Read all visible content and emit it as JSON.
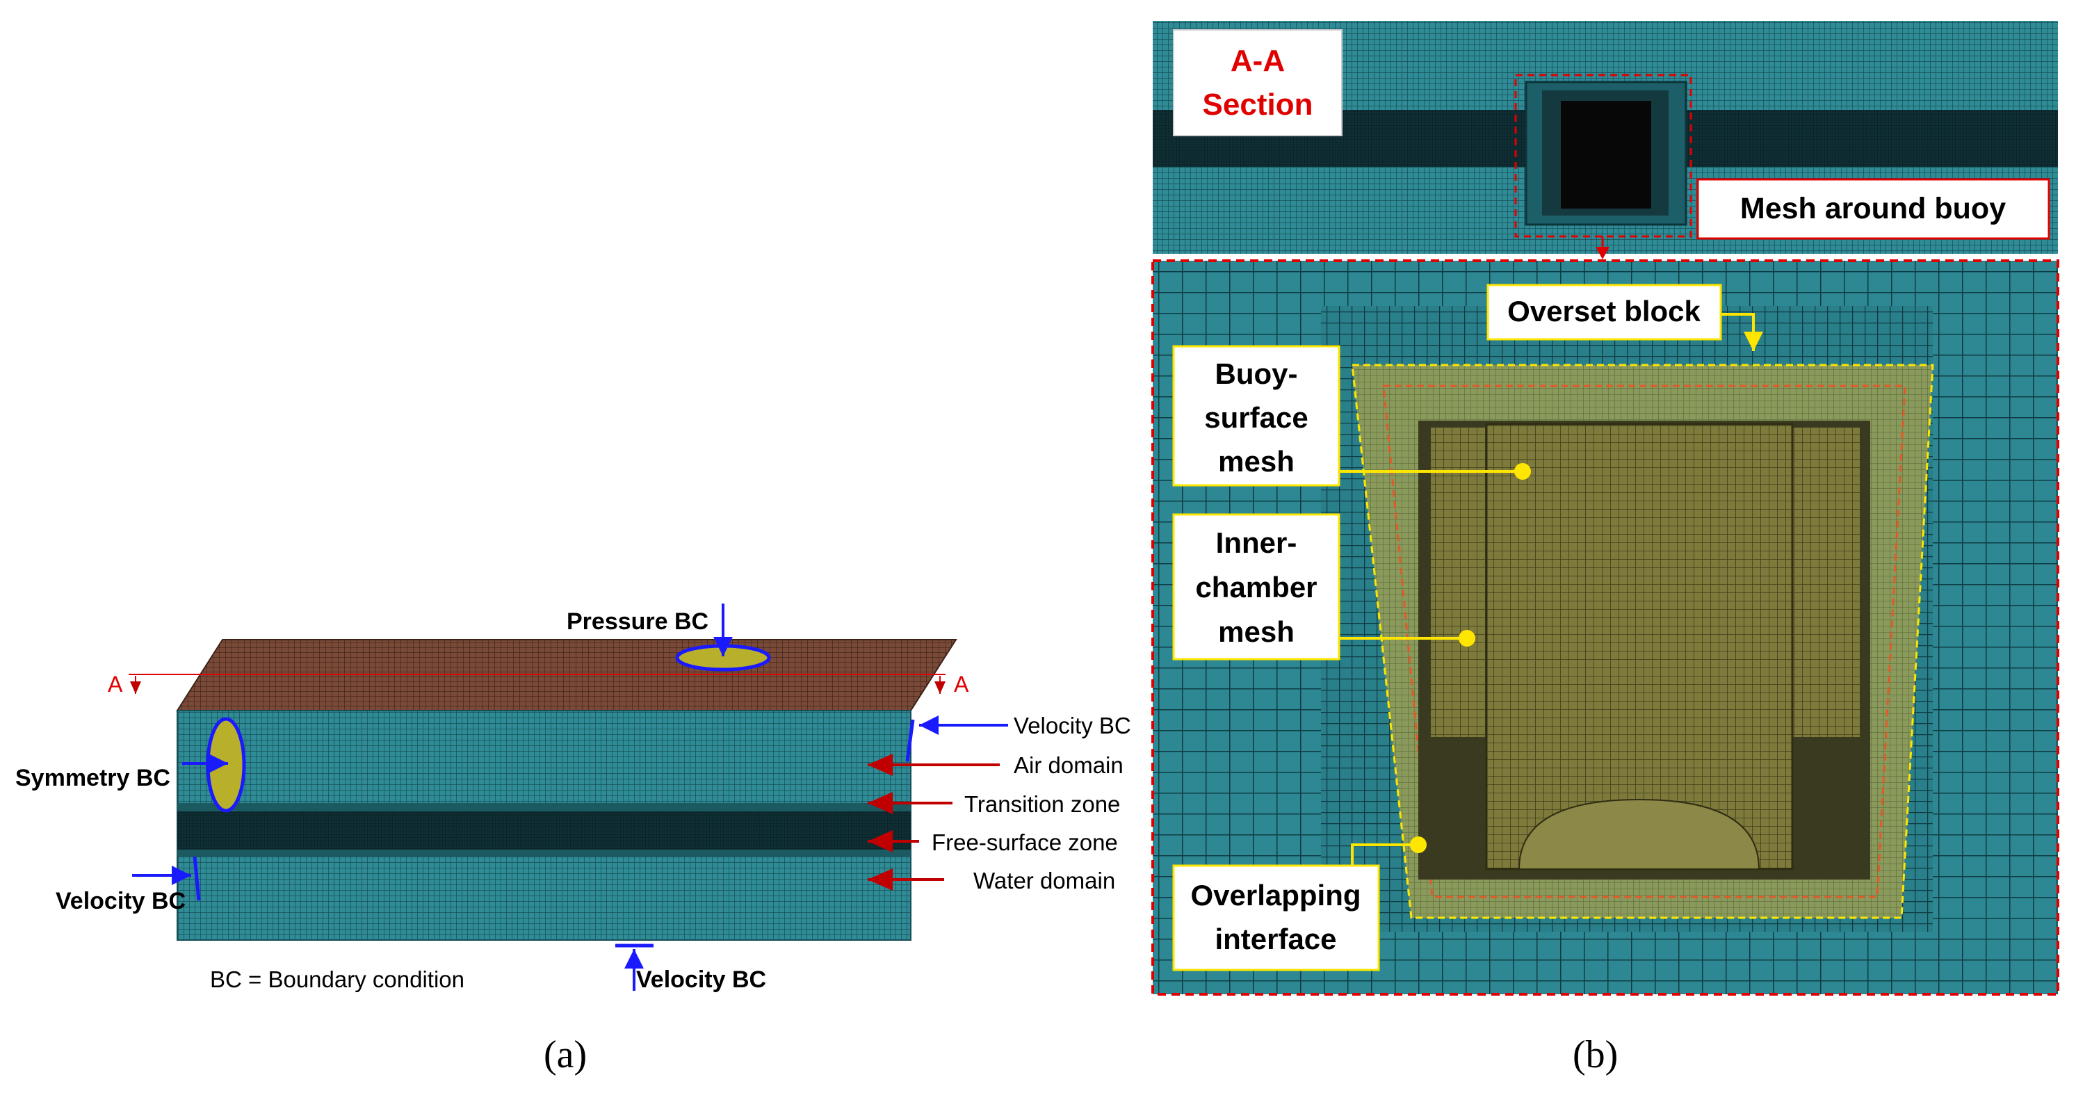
{
  "panel_a": {
    "caption": "(a)",
    "section_marker": "A",
    "labels": {
      "pressure_bc": "Pressure BC",
      "velocity_bc_right": "Velocity BC",
      "air_domain": "Air domain",
      "transition_zone": "Transition zone",
      "free_surface_zone": "Free-surface zone",
      "water_domain": "Water domain",
      "symmetry_bc": "Symmetry BC",
      "velocity_bc_left": "Velocity BC",
      "velocity_bc_bottom": "Velocity BC",
      "bc_note": "BC = Boundary condition"
    }
  },
  "panel_b": {
    "caption": "(b)",
    "section_title_line1": "A-A",
    "section_title_line2": "Section",
    "mesh_around_buoy": "Mesh around buoy",
    "overset_block": "Overset block",
    "buoy_surface_mesh": [
      "Buoy-",
      "surface",
      "mesh"
    ],
    "inner_chamber_mesh": [
      "Inner-",
      "chamber",
      "mesh"
    ],
    "overlapping_interface": [
      "Overlapping",
      "interface"
    ]
  },
  "colors": {
    "mesh_teal": "#2f8b95",
    "mesh_line": "#0f3f47",
    "top_face": "#7a4a38",
    "dark_band": "#0d2a30",
    "buoy_olive": "#7d7a3c",
    "overset_green": "#8c9a5a",
    "blue_marker": "#1a1aff",
    "red_arrow": "#c00000",
    "red_text": "#e00000",
    "yellow": "#ffe600"
  }
}
